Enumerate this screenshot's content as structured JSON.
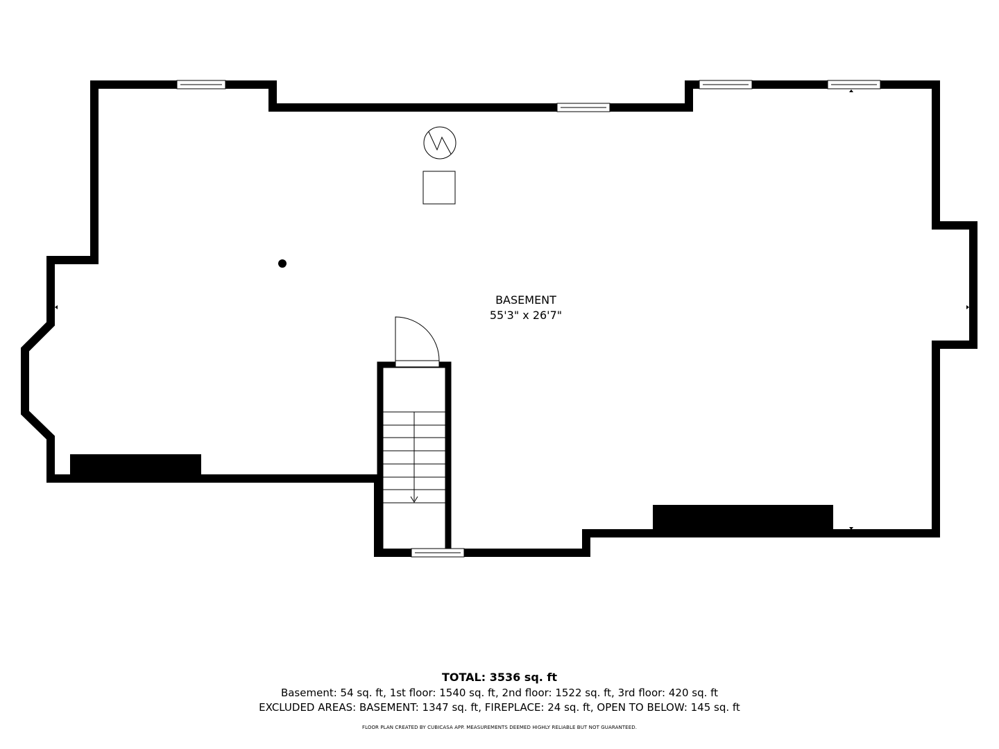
{
  "room": {
    "name": "BASEMENT",
    "dimensions": "55'3\" x 26'7\""
  },
  "summary": {
    "total": "TOTAL: 3536 sq. ft",
    "floors": "Basement: 54 sq. ft, 1st floor: 1540 sq. ft, 2nd floor: 1522 sq. ft, 3rd floor: 420 sq. ft",
    "excluded": "EXCLUDED AREAS: BASEMENT: 1347 sq. ft, FIREPLACE: 24 sq. ft, OPEN TO BELOW: 145 sq. ft",
    "credit": "FLOOR PLAN CREATED BY CUBICASA APP. MEASUREMENTS DEEMED HIGHLY RELIABLE BUT NOT GUARANTEED."
  },
  "colors": {
    "wall": "#000000",
    "background": "#ffffff"
  },
  "icons": [
    "water-heater-icon",
    "furnace-icon",
    "support-post-icon",
    "stair-direction-arrow-icon"
  ]
}
